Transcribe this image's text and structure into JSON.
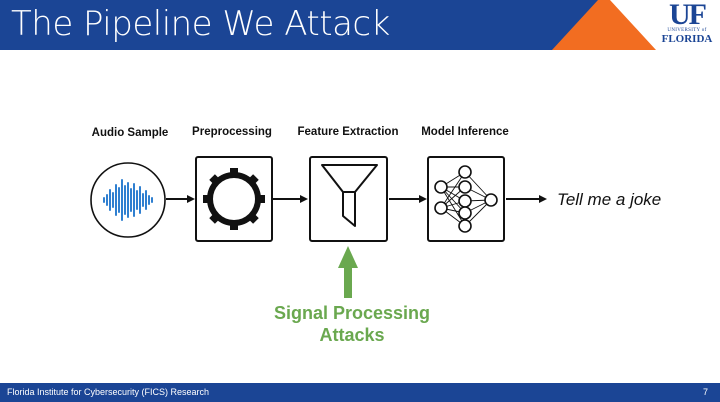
{
  "slide": {
    "title": "The Pipeline We Attack",
    "footer": "Florida Institute for Cybersecurity (FICS) Research",
    "page_number": "7"
  },
  "logo": {
    "mark": "UF",
    "line1": "UNIVERSITY of",
    "line2": "FLORIDA"
  },
  "diagram": {
    "stages": [
      {
        "label": "Audio Sample",
        "icon": "waveform-icon"
      },
      {
        "label": "Preprocessing",
        "icon": "gear-icon"
      },
      {
        "label": "Feature Extraction",
        "icon": "funnel-icon"
      },
      {
        "label": "Model Inference",
        "icon": "neural-network-icon"
      }
    ],
    "output": "Tell me a joke",
    "attack": {
      "line1": "Signal Processing",
      "line2": "Attacks",
      "color": "#6aa84f"
    }
  },
  "colors": {
    "header": "#1b4595",
    "accent": "#f26d21",
    "waveform": "#2f7fd0"
  }
}
